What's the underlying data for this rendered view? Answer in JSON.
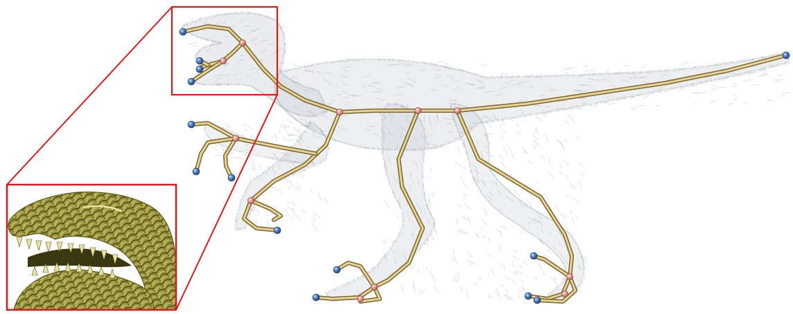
{
  "figure": {
    "kind": "skeleton-over-fur-mesh",
    "colors": {
      "background": "#ffffff",
      "fur": "#b9bfc8",
      "bone_outer": "#7a6428",
      "bone_inner": "#e6d49a",
      "endpoint_joint": "#2f5fa0",
      "internal_joint": "#d98a86",
      "zoom_box": "#e01818",
      "inset_mesh": "#a8a24a"
    },
    "icons": {
      "endpoint_joint": "blue-sphere",
      "internal_joint": "pink-sphere"
    }
  }
}
